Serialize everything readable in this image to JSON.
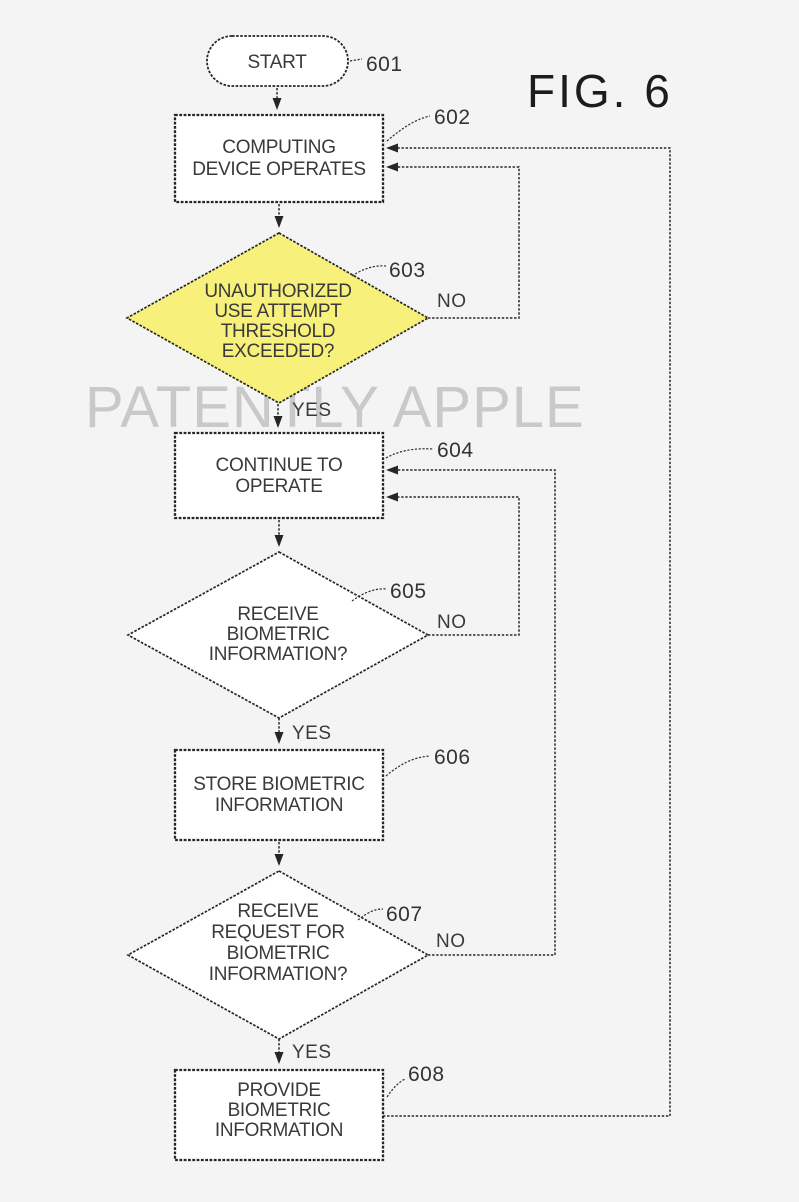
{
  "figure": {
    "title": "FIG. 6",
    "watermark": "PATENTLY APPLE"
  },
  "nodes": {
    "n601": {
      "ref": "601",
      "type": "terminator",
      "label": "START"
    },
    "n602": {
      "ref": "602",
      "type": "process",
      "lines": [
        "COMPUTING",
        "DEVICE OPERATES"
      ]
    },
    "n603": {
      "ref": "603",
      "type": "decision",
      "highlighted": true,
      "lines": [
        "UNAUTHORIZED",
        "USE ATTEMPT",
        "THRESHOLD",
        "EXCEEDED?"
      ]
    },
    "n604": {
      "ref": "604",
      "type": "process",
      "lines": [
        "CONTINUE TO",
        "OPERATE"
      ]
    },
    "n605": {
      "ref": "605",
      "type": "decision",
      "lines": [
        "RECEIVE",
        "BIOMETRIC",
        "INFORMATION?"
      ]
    },
    "n606": {
      "ref": "606",
      "type": "process",
      "lines": [
        "STORE BIOMETRIC",
        "INFORMATION"
      ]
    },
    "n607": {
      "ref": "607",
      "type": "decision",
      "lines": [
        "RECEIVE",
        "REQUEST FOR",
        "BIOMETRIC",
        "INFORMATION?"
      ]
    },
    "n608": {
      "ref": "608",
      "type": "process",
      "lines": [
        "PROVIDE",
        "BIOMETRIC",
        "INFORMATION"
      ]
    }
  },
  "branch_labels": {
    "b603_no": "NO",
    "b603_yes": "YES",
    "b605_no": "NO",
    "b605_yes": "YES",
    "b607_no": "NO",
    "b607_yes": "YES"
  },
  "edges": [
    {
      "from": "601",
      "to": "602",
      "branch": null
    },
    {
      "from": "602",
      "to": "603",
      "branch": null
    },
    {
      "from": "603",
      "to": "604",
      "branch": "yes"
    },
    {
      "from": "603",
      "to": "602",
      "branch": "no"
    },
    {
      "from": "604",
      "to": "605",
      "branch": null
    },
    {
      "from": "605",
      "to": "606",
      "branch": "yes"
    },
    {
      "from": "605",
      "to": "604",
      "branch": "no"
    },
    {
      "from": "606",
      "to": "607",
      "branch": null
    },
    {
      "from": "607",
      "to": "608",
      "branch": "yes"
    },
    {
      "from": "607",
      "to": "604",
      "branch": "no"
    },
    {
      "from": "608",
      "to": "602",
      "branch": null
    }
  ],
  "colors": {
    "background": "#f4f4f4",
    "decision_highlight": "#f7f17c",
    "line": "#262626",
    "text": "#3a3a3a",
    "watermark": "#c9c9c9"
  }
}
